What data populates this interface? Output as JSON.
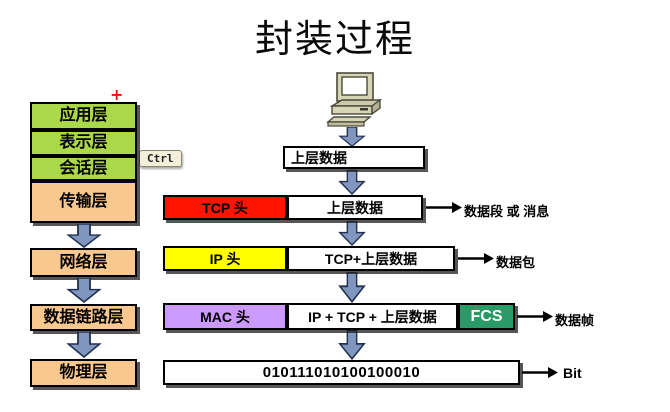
{
  "title": "封装过程",
  "cursor": {
    "plus_mark": "+",
    "tooltip": "Ctrl"
  },
  "colors": {
    "layer_green": "#abd848",
    "layer_peach": "#f9c88e",
    "tcp_red": "#fe1400",
    "ip_yellow": "#ffff00",
    "mac_purple": "#cc99fd",
    "fcs_green": "#2a9a67",
    "arrow_blue": "#8096be"
  },
  "icons": {
    "source": "computer-icon",
    "flow_arrow": "down-arrow-icon",
    "result_arrow": "right-arrow-icon"
  },
  "osi": {
    "layers": [
      {
        "label": "应用层"
      },
      {
        "label": "表示层"
      },
      {
        "label": "会话层"
      },
      {
        "label": "传输层"
      },
      {
        "label": "网络层"
      },
      {
        "label": "数据链路层"
      },
      {
        "label": "物理层"
      }
    ]
  },
  "flow": {
    "rows": [
      {
        "payload": "上层数据"
      },
      {
        "header": "TCP 头",
        "payload": "上层数据",
        "result": "数据段 或 消息"
      },
      {
        "header": "IP 头",
        "payload": "TCP+上层数据",
        "result": "数据包"
      },
      {
        "header": "MAC 头",
        "payload": "IP + TCP + 上层数据",
        "trailer": "FCS",
        "result": "数据帧"
      },
      {
        "payload": "010111010100100010",
        "result": "Bit"
      }
    ]
  }
}
